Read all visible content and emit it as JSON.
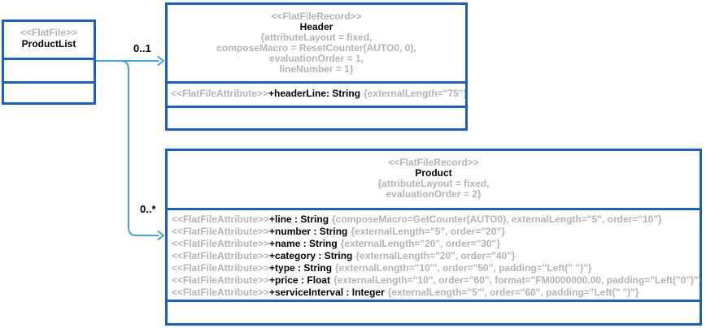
{
  "colors": {
    "box_border": "#2060b8",
    "connector": "#47a3da",
    "gray_text": "#b4b4b4",
    "black_text": "#000000"
  },
  "product_list": {
    "stereotype": "<<FlatFile>>",
    "name": "ProductList"
  },
  "edges": {
    "to_header_multiplicity": "0..1",
    "to_product_multiplicity": "0..*"
  },
  "header_record": {
    "stereotype": "<<FlatFileRecord>>",
    "name": "Header",
    "property_lines": [
      "{attributeLayout = fixed,",
      "composeMacro = ResetCounter(AUTO0, 0),",
      "evaluationOrder = 1,",
      "lineNumber = 1}"
    ],
    "attributes": [
      {
        "stereotype": "<<FlatFileAttribute>>",
        "signature": "+headerLine: String",
        "properties": "{externalLength=\"75\"}"
      }
    ]
  },
  "product_record": {
    "stereotype": "<<FlatFileRecord>>",
    "name": "Product",
    "property_lines": [
      "{attributeLayout = fixed,",
      "evaluationOrder = 2}"
    ],
    "attributes": [
      {
        "stereotype": "<<FlatFileAttribute>>",
        "signature": "+line : String",
        "properties": "{composeMacro=GetCounter(AUTO0), externalLength=\"5\", order=\"10\"}"
      },
      {
        "stereotype": "<<FlatFileAttribute>>",
        "signature": "+number : String",
        "properties": "{externalLength=\"5\", order=\"20\"}"
      },
      {
        "stereotype": "<<FlatFileAttribute>>",
        "signature": "+name : String",
        "properties": "{externalLength=\"20\", order=\"30\"}"
      },
      {
        "stereotype": "<<FlatFileAttribute>>",
        "signature": "+category : String",
        "properties": "{externalLength=\"20\", order=\"40\"}"
      },
      {
        "stereotype": "<<FlatFileAttribute>>",
        "signature": "+type : String",
        "properties": "{externalLength=\"10\"', order=\"50\", padding=\"Left(\" \")\"}"
      },
      {
        "stereotype": "<<FlatFileAttribute>>",
        "signature": "+price : Float",
        "properties": "{externalLength=\"10\", order=\"60\", format=\"FM0000000.00, padding=\"Left(\"0\")\"}"
      },
      {
        "stereotype": "<<FlatFileAttribute>>",
        "signature": "+serviceInterval : Integer",
        "properties": "{externalLength=\"5\"', order=\"60\", padding=\"Left(\" \")\"}"
      }
    ]
  }
}
